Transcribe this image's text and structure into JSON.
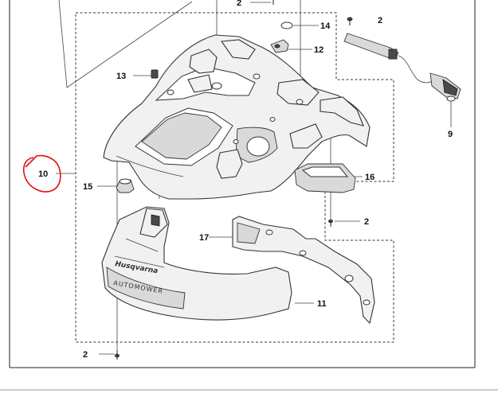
{
  "callouts": {
    "c2_top": "2",
    "c14": "14",
    "c2_right": "2",
    "c12": "12",
    "c13": "13",
    "c9": "9",
    "c10": "10",
    "c15": "15",
    "c16": "16",
    "c2_mid": "2",
    "c17": "17",
    "c11": "11",
    "c2_bottom": "2"
  },
  "decal": {
    "brand": "Husqvarna",
    "model": "AUTOMOWER"
  },
  "colors": {
    "line": "#222222",
    "highlight_circle": "#e01010",
    "part_fill": "#f1f1f1"
  }
}
